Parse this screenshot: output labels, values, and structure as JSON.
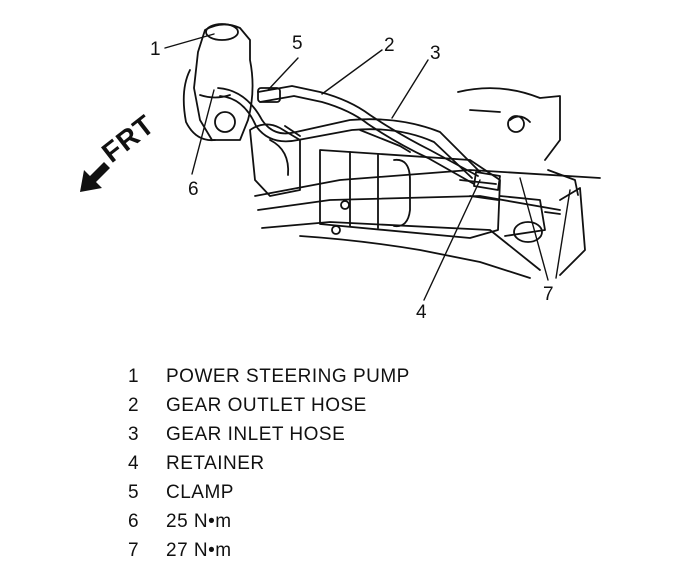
{
  "diagram": {
    "direction_label": "FRT",
    "callouts": [
      "1",
      "2",
      "3",
      "4",
      "5",
      "6",
      "7"
    ]
  },
  "legend": [
    {
      "num": "1",
      "text": "POWER STEERING PUMP"
    },
    {
      "num": "2",
      "text": "GEAR OUTLET HOSE"
    },
    {
      "num": "3",
      "text": "GEAR INLET HOSE"
    },
    {
      "num": "4",
      "text": "RETAINER"
    },
    {
      "num": "5",
      "text": "CLAMP"
    },
    {
      "num": "6",
      "text": "25 N•m"
    },
    {
      "num": "7",
      "text": "27 N•m"
    }
  ]
}
